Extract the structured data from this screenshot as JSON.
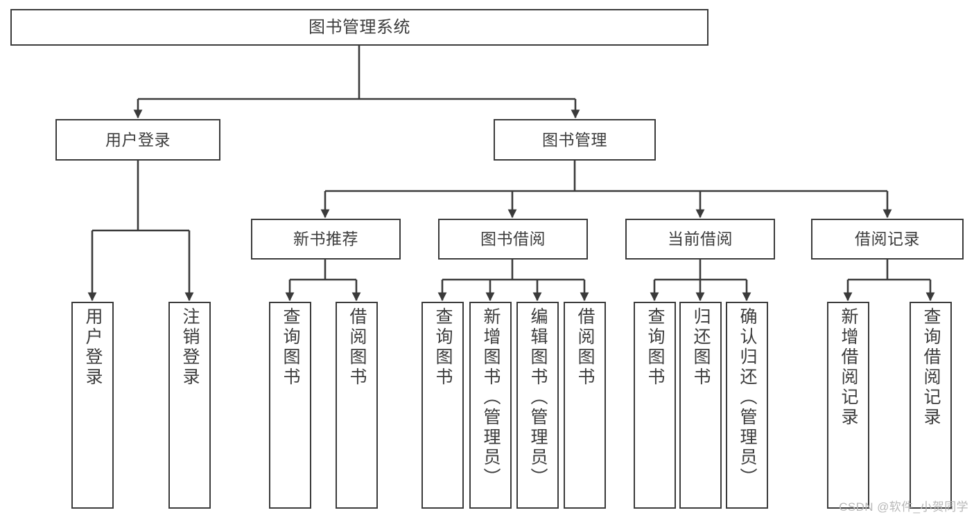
{
  "diagram": {
    "title": "图书管理系统",
    "type": "tree-hierarchy-chart",
    "root": {
      "label": "图书管理系统"
    },
    "level2": [
      {
        "label": "用户登录"
      },
      {
        "label": "图书管理"
      }
    ],
    "level3": [
      {
        "label": "新书推荐"
      },
      {
        "label": "图书借阅"
      },
      {
        "label": "当前借阅"
      },
      {
        "label": "借阅记录"
      }
    ],
    "leaves": {
      "user_login": [
        {
          "label": "用户登录"
        },
        {
          "label": "注销登录"
        }
      ],
      "new_book_recommend": [
        {
          "label": "查询图书"
        },
        {
          "label": "借阅图书"
        }
      ],
      "book_borrow": [
        {
          "label": "查询图书"
        },
        {
          "label": "新增图书（管理员）"
        },
        {
          "label": "编辑图书（管理员）"
        },
        {
          "label": "借阅图书"
        }
      ],
      "current_borrow": [
        {
          "label": "查询图书"
        },
        {
          "label": "归还图书"
        },
        {
          "label": "确认归还（管理员）"
        }
      ],
      "borrow_record": [
        {
          "label": "新增借阅记录"
        },
        {
          "label": "查询借阅记录"
        }
      ]
    }
  },
  "watermark": {
    "text": "CSDN @软件_小贺同学"
  },
  "colors": {
    "stroke": "#3a3a3a",
    "text": "#3c3c3c",
    "background": "#ffffff",
    "watermark": "#b8b8b8"
  }
}
